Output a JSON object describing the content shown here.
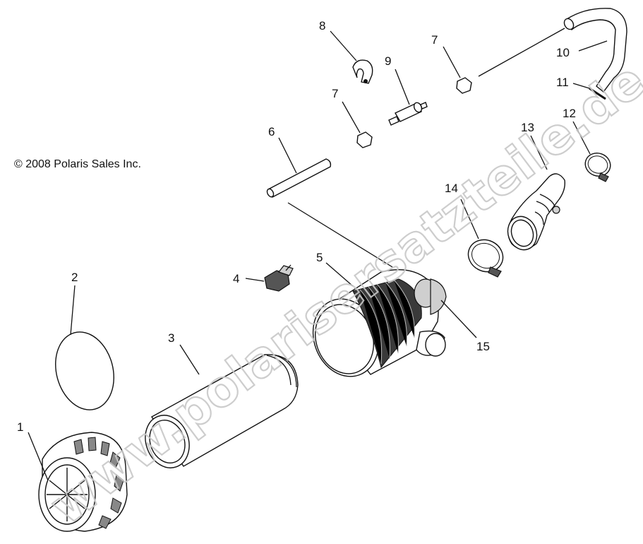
{
  "copyright": "© 2008 Polaris Sales Inc.",
  "watermark": "www.polarisersatzteile.de",
  "callouts": {
    "c1": "1",
    "c2": "2",
    "c3": "3",
    "c4": "4",
    "c5": "5",
    "c6": "6",
    "c7a": "7",
    "c7b": "7",
    "c8": "8",
    "c9": "9",
    "c10": "10",
    "c11": "11",
    "c12": "12",
    "c13": "13",
    "c14": "14",
    "c15": "15"
  },
  "parts": [
    {
      "number": "1",
      "name": "precleaner-cap"
    },
    {
      "number": "2",
      "name": "gasket-ring"
    },
    {
      "number": "3",
      "name": "filter-element"
    },
    {
      "number": "4",
      "name": "clip"
    },
    {
      "number": "5",
      "name": "airbox-housing"
    },
    {
      "number": "6",
      "name": "tube"
    },
    {
      "number": "7",
      "name": "nut"
    },
    {
      "number": "8",
      "name": "clamp"
    },
    {
      "number": "9",
      "name": "fitting"
    },
    {
      "number": "10",
      "name": "hose"
    },
    {
      "number": "11",
      "name": "pin"
    },
    {
      "number": "12",
      "name": "hose-clamp"
    },
    {
      "number": "13",
      "name": "intake-boot"
    },
    {
      "number": "14",
      "name": "hose-clamp"
    },
    {
      "number": "15",
      "name": "outlet-port"
    }
  ]
}
